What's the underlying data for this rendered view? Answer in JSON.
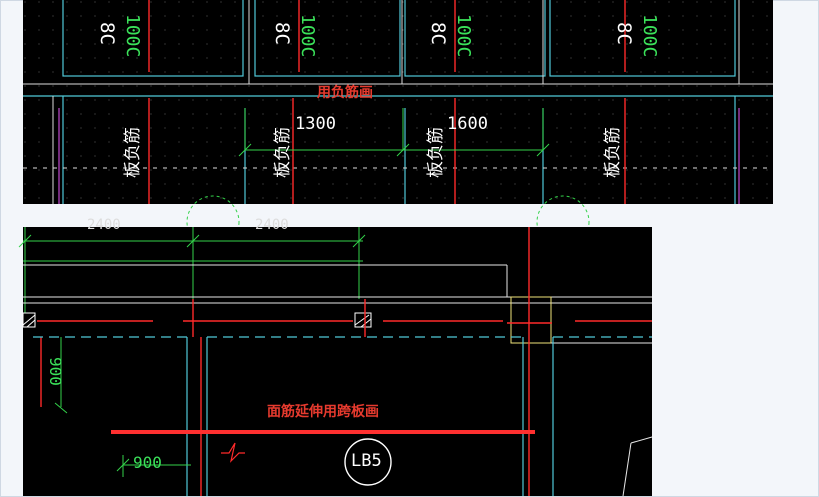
{
  "top_drawing": {
    "caption": "用负筋画",
    "rebar_label": "8C",
    "rebar_spacing": "100C",
    "support_label": "板负筋",
    "dim_1": "1300",
    "dim_2": "1600"
  },
  "bottom_drawing": {
    "caption": "面筋延伸用跨板画",
    "dim_left": "2400",
    "dim_right": "2400",
    "dim_vertical": "900",
    "dim_horizontal": "900",
    "slab_tag": "LB5"
  }
}
